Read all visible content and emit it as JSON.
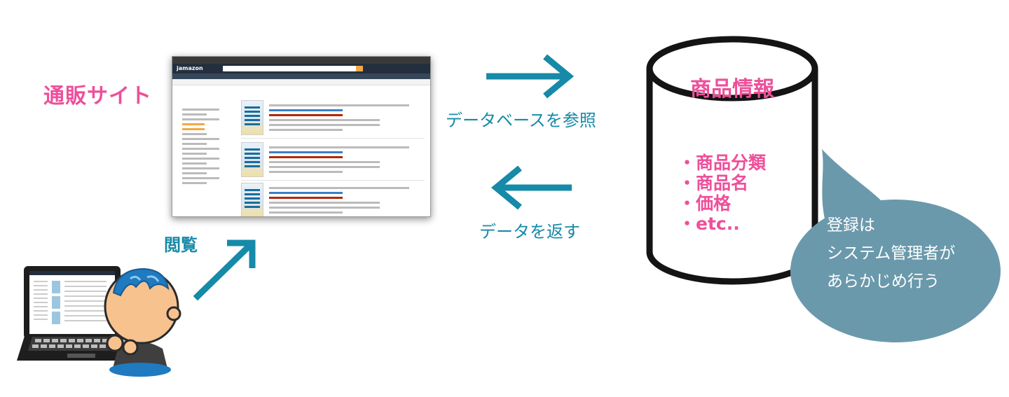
{
  "labels": {
    "site": "通販サイト",
    "view": "閲覧",
    "db_reference": "データベースを参照",
    "data_return": "データを返す"
  },
  "database": {
    "title": "商品情報",
    "items": [
      "・商品分類",
      "・商品名",
      "・価格",
      "・etc.."
    ]
  },
  "bubble": {
    "lines": [
      "登録は",
      "システム管理者が",
      "あらかじめ行う"
    ]
  },
  "browser": {
    "logo": "jamazon"
  },
  "colors": {
    "pink": "#ee4f9a",
    "teal": "#168aa8",
    "bubble": "#6a99ab"
  }
}
